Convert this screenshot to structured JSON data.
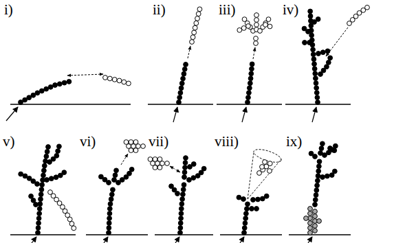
{
  "diagram": {
    "labels": [
      "i)",
      "ii)",
      "iii)",
      "iv)",
      "v)",
      "vi)",
      "vii)",
      "viii)",
      "ix)"
    ]
  }
}
